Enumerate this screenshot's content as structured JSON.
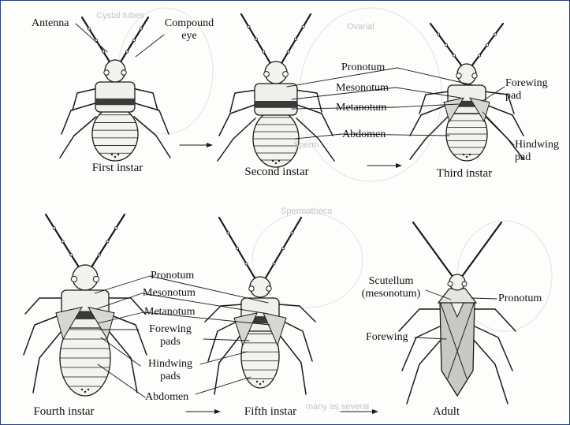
{
  "stages": [
    {
      "id": "first",
      "caption": "First instar"
    },
    {
      "id": "second",
      "caption": "Second instar"
    },
    {
      "id": "third",
      "caption": "Third instar"
    },
    {
      "id": "fourth",
      "caption": "Fourth instar"
    },
    {
      "id": "fifth",
      "caption": "Fifth instar"
    },
    {
      "id": "adult",
      "caption": "Adult"
    }
  ],
  "labels": {
    "antenna": "Antenna",
    "compound_eye": [
      "Compound",
      "eye"
    ],
    "pronotum": "Pronotum",
    "mesonotum": "Mesonotum",
    "metanotum": "Metanotum",
    "abdomen": "Abdomen",
    "forewing_pad": [
      "Forewing",
      "pad"
    ],
    "hindwing_pad": [
      "Hindwing",
      "pad"
    ],
    "forewing_pads": [
      "Forewing",
      "pads"
    ],
    "hindwing_pads": [
      "Hindwing",
      "pads"
    ],
    "scutellum": [
      "Scutellum",
      "(mesonotum)"
    ],
    "forewing": "Forewing"
  },
  "colors": {
    "ink": "#1a1a1a",
    "frame": "#2a3e7a",
    "paper": "#fdfdfb",
    "show_through": "#c4c4c4"
  }
}
